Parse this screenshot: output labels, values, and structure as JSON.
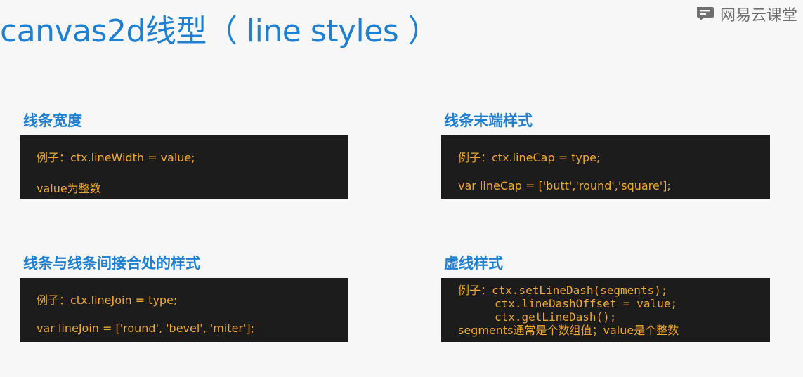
{
  "page": {
    "title": "canvas2d线型（ line styles ）",
    "logo_text": "网易云课堂",
    "logo_icon": "chat-bubble-icon"
  },
  "sections": {
    "line_width": {
      "title": "线条宽度",
      "lines": [
        "例子：ctx.lineWidth = value;",
        "value为整数"
      ]
    },
    "line_cap": {
      "title": "线条末端样式",
      "lines": [
        "例子：ctx.lineCap = type;",
        "var lineCap = ['butt','round','square'];"
      ]
    },
    "line_join": {
      "title": "线条与线条间接合处的样式",
      "lines": [
        "例子：ctx.lineJoin = type;",
        "var lineJoin = ['round', 'bevel', 'miter'];"
      ]
    },
    "line_dash": {
      "title": "虚线样式",
      "lines": [
        "例子：ctx.setLineDash(segments);",
        "ctx.lineDashOffset = value;",
        "ctx.getLineDash();",
        "segments通常是个数组值；value是个整数"
      ]
    }
  },
  "colors": {
    "title": "#1f7fd0",
    "code_bg": "#1c1c1c",
    "code_text": "#f0a830",
    "logo": "#6f6f6f"
  }
}
